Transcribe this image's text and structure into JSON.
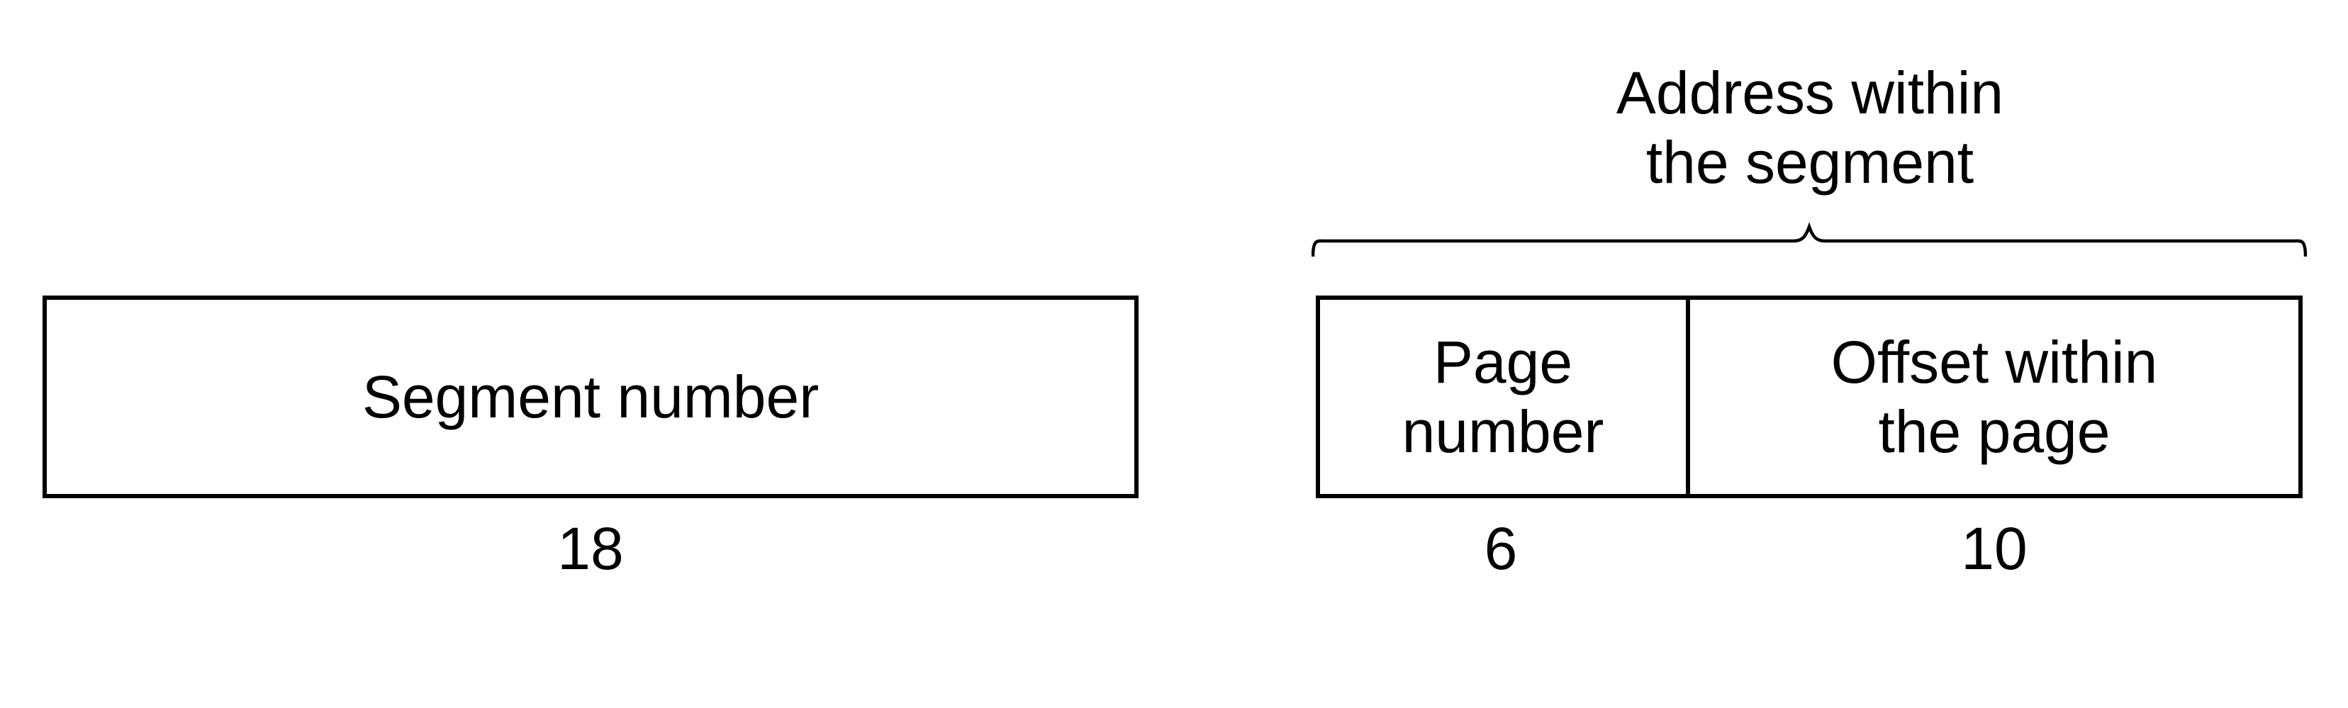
{
  "segment_field": {
    "label": "Segment number",
    "bits": "18"
  },
  "address_group": {
    "caption": "Address within\nthe segment"
  },
  "page_field": {
    "label": "Page\nnumber",
    "bits": "6"
  },
  "offset_field": {
    "label": "Offset within\nthe page",
    "bits": "10"
  }
}
